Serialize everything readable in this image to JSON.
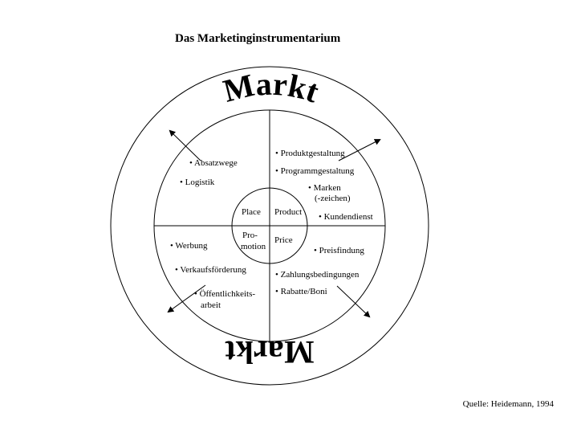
{
  "title": "Das Marketinginstrumentarium",
  "source": "Quelle: Heidemann, 1994",
  "ring_top_label": "Markt",
  "ring_bottom_label": "Markt",
  "center": {
    "place": "Place",
    "product": "Product",
    "promotion_line1": "Pro-",
    "promotion_line2": "motion",
    "price": "Price"
  },
  "quadrants": {
    "place": [
      "• Absatzwege",
      "• Logistik"
    ],
    "product": [
      "• Produktgestaltung",
      "• Programmgestaltung",
      "•  Marken",
      "(-zeichen)",
      "• Kundendienst"
    ],
    "promotion": [
      "• Werbung",
      "• Verkaufsförderung",
      "• Öffentlichkeits-",
      "arbeit"
    ],
    "price": [
      "• Preisfindung",
      "• Zahlungsbedingungen",
      "• Rabatte/Boni"
    ]
  }
}
